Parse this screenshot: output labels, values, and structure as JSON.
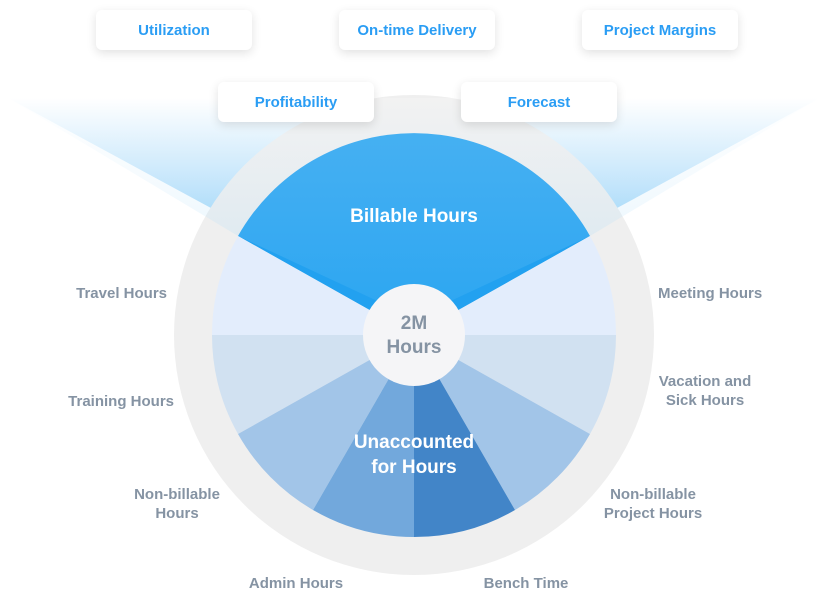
{
  "kpis": [
    {
      "id": "utilization",
      "label": "Utilization"
    },
    {
      "id": "on-time-delivery",
      "label": "On-time Delivery"
    },
    {
      "id": "project-margins",
      "label": "Project Margins"
    },
    {
      "id": "profitability",
      "label": "Profitability"
    },
    {
      "id": "forecast",
      "label": "Forecast"
    }
  ],
  "center": {
    "line1": "2M",
    "line2": "Hours"
  },
  "billable": {
    "label": "Billable Hours"
  },
  "unaccounted": {
    "line1": "Unaccounted",
    "line2": "for Hours"
  },
  "categories": {
    "travel": {
      "line1": "Travel Hours"
    },
    "meeting": {
      "line1": "Meeting Hours"
    },
    "training": {
      "line1": "Training Hours"
    },
    "vacation": {
      "line1": "Vacation and",
      "line2": "Sick Hours"
    },
    "nonbillable": {
      "line1": "Non-billable",
      "line2": "Hours"
    },
    "nonbillable_project": {
      "line1": "Non-billable",
      "line2": "Project Hours"
    },
    "admin": {
      "line1": "Admin Hours"
    },
    "bench": {
      "line1": "Bench Time"
    }
  },
  "colors": {
    "accent": "#2a9df4",
    "billable": "#22a1f0",
    "ring": "#efefef",
    "label": "#8593a3"
  }
}
